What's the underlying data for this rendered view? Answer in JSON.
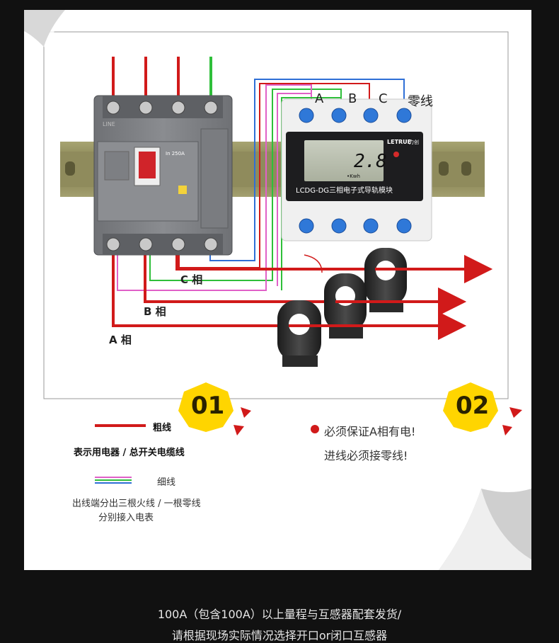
{
  "terminals": {
    "a": "A",
    "b": "B",
    "c": "C",
    "neutral": "零线"
  },
  "phases": {
    "c": "C 相",
    "b": "B 相",
    "a": "A 相"
  },
  "breaker": {
    "side_text": "LINE",
    "rating": "In 250A"
  },
  "meter": {
    "brand": "LETRUE",
    "brand_cn": "力创",
    "reading": "2.8",
    "unit": "•Kwh",
    "model_label": "LCDG-DG三相电子式导轨模块"
  },
  "badges": {
    "one": "01",
    "two": "02"
  },
  "legend": {
    "thick_line": "粗线",
    "thick_desc": "表示用电器 / 总开关电缆线",
    "thin_line": "细线",
    "thin_desc_1": "出线端分出三根火线 / 一根零线",
    "thin_desc_2": "分别接入电表"
  },
  "notes": {
    "line1": "必须保证A相有电!",
    "line2": "进线必须接零线!"
  },
  "footer": {
    "line1": "100A（包含100A）以上量程与互感器配套发货/",
    "line2": "请根据现场实际情况选择开口or闭口互感器"
  },
  "colors": {
    "thick_wire": "#d11a1a",
    "neutral_wire": "#2f6fd6",
    "wire_a": "#e060c8",
    "wire_b": "#2fbf3a",
    "wire_c": "#d11a1a",
    "badge": "#ffd500",
    "breaker_body": "#7d7f83",
    "rail": "#8e8a5a"
  }
}
